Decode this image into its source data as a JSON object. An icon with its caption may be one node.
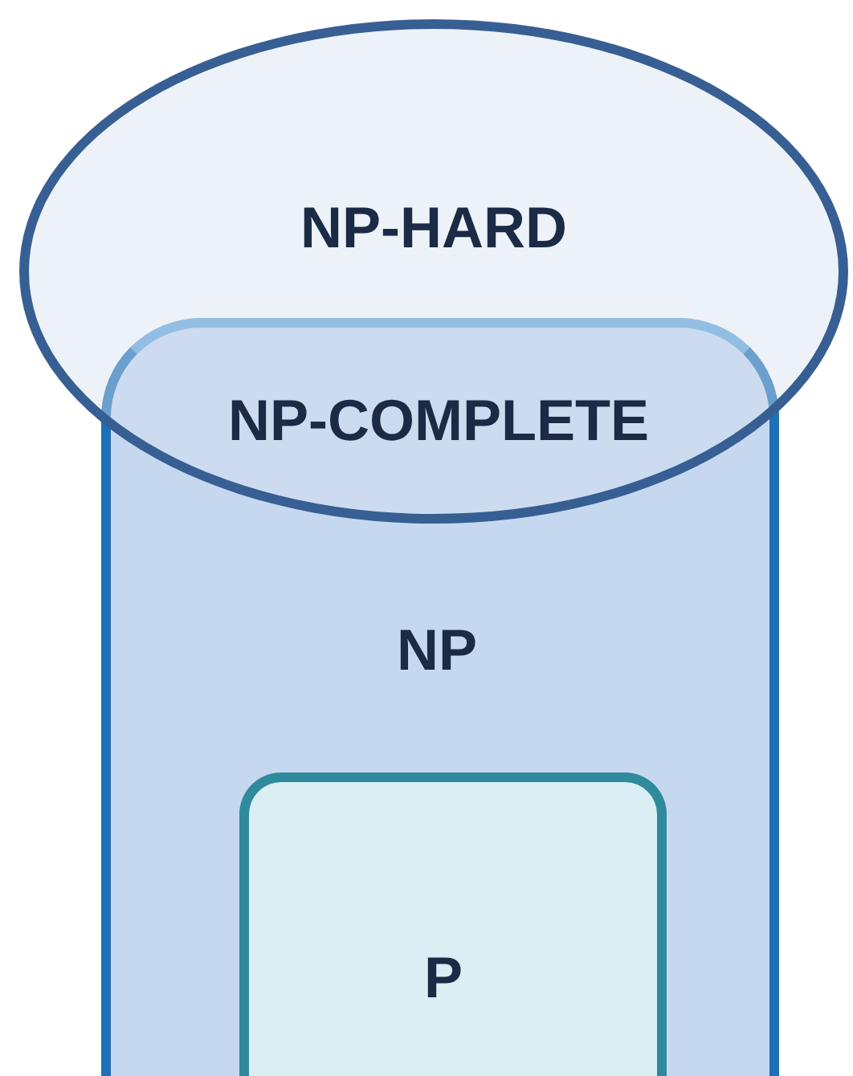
{
  "diagram": {
    "nodes": [
      {
        "text": [
          "NP-HARD"
        ]
      },
      {
        "text": [
          "NP"
        ]
      },
      {
        "text": [
          "P"
        ],
        "in": 1
      }
    ],
    "edges": [],
    "labels": [
      "NP-COMPLETE"
    ]
  }
}
